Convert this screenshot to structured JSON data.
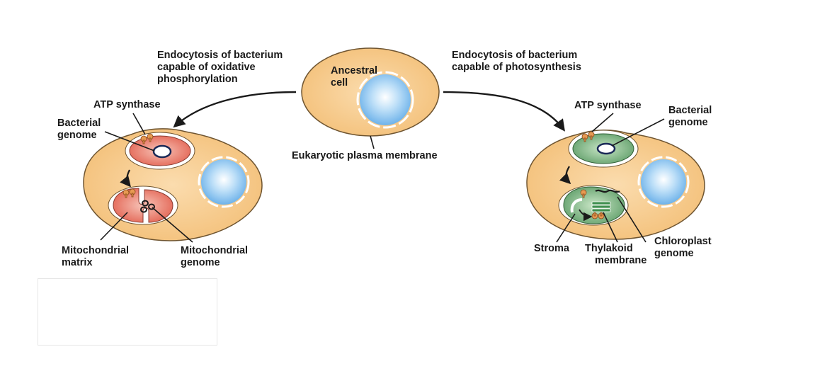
{
  "labels": {
    "endocytosis_oxidative": [
      "Endocytosis of bacterium",
      "capable of oxidative",
      "phosphorylation"
    ],
    "endocytosis_photosynthesis": [
      "Endocytosis of bacterium",
      "capable of photosynthesis"
    ],
    "ancestral_cell": [
      "Ancestral",
      "cell"
    ],
    "plasma_membrane": "Eukaryotic plasma membrane",
    "left_atp_synthase": "ATP synthase",
    "left_bacterial_genome": [
      "Bacterial",
      "genome"
    ],
    "mito_matrix": [
      "Mitochondrial",
      "matrix"
    ],
    "mito_genome": [
      "Mitochondrial",
      "genome"
    ],
    "right_atp_synthase": "ATP synthase",
    "right_bacterial_genome": [
      "Bacterial",
      "genome"
    ],
    "stroma": "Stroma",
    "thylakoid_membrane": [
      "Thylakoid",
      "membrane"
    ],
    "chloroplast_genome": [
      "Chloroplast",
      "genome"
    ]
  },
  "colors": {
    "cell_fill": "#f6c986",
    "cell_edge": "#6e5430",
    "nucleus": "#8cc5f0",
    "mito_fill": "#e8766a",
    "chloro_fill": "#6faa78",
    "atp_synthase": "#e79a52",
    "line": "#1a1a1a"
  }
}
